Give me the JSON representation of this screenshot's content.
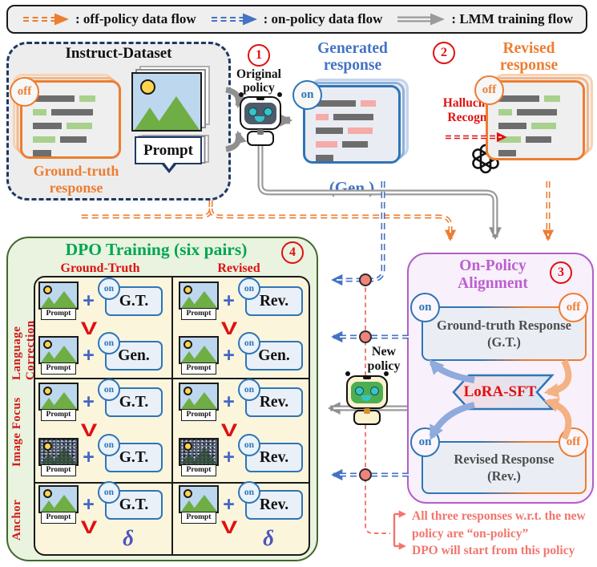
{
  "legend": {
    "off_policy": ": off-policy data flow",
    "on_policy": ": on-policy data flow",
    "lmm": ": LMM training flow"
  },
  "steps": {
    "s1": "1",
    "s2": "2",
    "s3": "3",
    "s4": "4"
  },
  "instruct": {
    "title": "Instruct-Dataset",
    "badge": "off",
    "cap1": "Ground-truth",
    "cap2": "response",
    "prompt": "Prompt"
  },
  "original_policy": {
    "l1": "Original",
    "l2": "policy"
  },
  "generated": {
    "t1": "Generated",
    "t2": "response",
    "badge": "on",
    "caption": "(Gen.)"
  },
  "hallucination": {
    "l1": "Hallucination",
    "l2": "Recognition"
  },
  "revised": {
    "t1": "Revised",
    "t2": "response",
    "badge": "off"
  },
  "on_policy_box": {
    "t1": "On-Policy",
    "t2": "Alignment",
    "gt": {
      "l1": "Ground-truth Response",
      "l2": "(G.T.)",
      "on": "on",
      "off": "off"
    },
    "lora": "LoRA-SFT",
    "rev": {
      "l1": "Revised Response",
      "l2": "(Rev.)",
      "on": "on",
      "off": "off"
    }
  },
  "new_policy": {
    "l1": "New",
    "l2": "policy"
  },
  "dpo": {
    "title": "DPO Training (six pairs)",
    "col1": "Ground-Truth",
    "col2": "Revised",
    "rows": [
      "Language Correction",
      "Image Focus",
      "Anchor"
    ],
    "badge": "on",
    "plus": "+",
    "pref": "V",
    "delta": "δ",
    "prompt": "Prompt",
    "cells": [
      {
        "top": "G.T.",
        "bottom": "Gen."
      },
      {
        "top": "Rev.",
        "bottom": "Gen."
      },
      {
        "top": "G.T.",
        "bottom": "G.T."
      },
      {
        "top": "Rev.",
        "bottom": "Rev."
      },
      {
        "top": "G.T."
      },
      {
        "top": "Rev."
      }
    ]
  },
  "notes": {
    "n1a": "All three responses w.r.t. the new",
    "n1b": "policy are “on-policy”",
    "n2": "DPO will start from this policy"
  },
  "colors": {
    "orange": "#ED7D31",
    "blue": "#4472C4",
    "badge_blue": "#2E75B6",
    "red": "#E01010",
    "green_title": "#00A550",
    "dpo_border": "#41682B",
    "purple": "#B35FC8",
    "salmon": "#F2756D",
    "navy": "#1F3864",
    "gray_flow": "#9A9A9A"
  }
}
